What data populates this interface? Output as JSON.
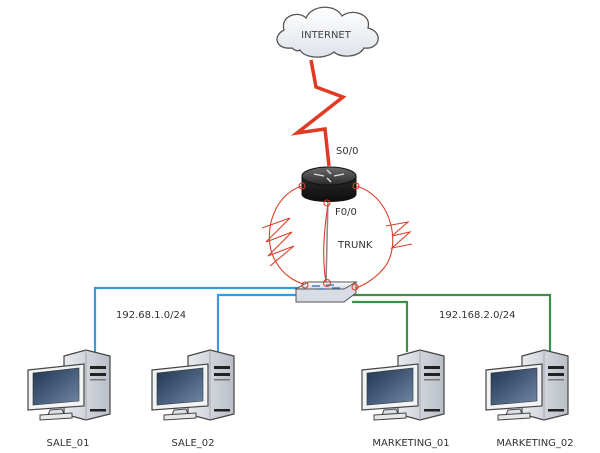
{
  "diagram": {
    "cloud": {
      "label": "INTERNET"
    },
    "router": {
      "serial_interface": "S0/0",
      "fast_ethernet_interface": "F0/0"
    },
    "trunk_label": "TRUNK",
    "networks": [
      {
        "name": "sales",
        "subnet": "192.68.1.0/24",
        "color": "#3a9ad9"
      },
      {
        "name": "marketing",
        "subnet": "192.168.2.0/24",
        "color": "#3a8f4a"
      }
    ],
    "hosts": [
      {
        "label": "SALE_01",
        "network": "sales"
      },
      {
        "label": "SALE_02",
        "network": "sales"
      },
      {
        "label": "MARKETING_01",
        "network": "marketing"
      },
      {
        "label": "MARKETING_02",
        "network": "marketing"
      }
    ],
    "colors": {
      "wan_link": "#e03a22",
      "annotation": "#d9402a"
    }
  }
}
